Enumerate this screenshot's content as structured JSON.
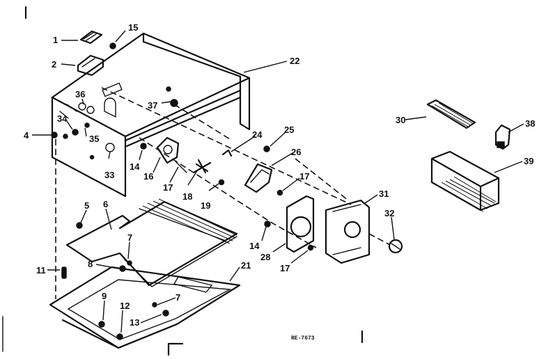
{
  "callouts": [
    {
      "id": "c1",
      "text": "1"
    },
    {
      "id": "c2",
      "text": "2"
    },
    {
      "id": "c4",
      "text": "4"
    },
    {
      "id": "c5",
      "text": "5"
    },
    {
      "id": "c6",
      "text": "6"
    },
    {
      "id": "c7a",
      "text": "7"
    },
    {
      "id": "c7b",
      "text": "7"
    },
    {
      "id": "c8",
      "text": "8"
    },
    {
      "id": "c9",
      "text": "9"
    },
    {
      "id": "c11",
      "text": "11"
    },
    {
      "id": "c12",
      "text": "12"
    },
    {
      "id": "c13",
      "text": "13"
    },
    {
      "id": "c14a",
      "text": "14"
    },
    {
      "id": "c14b",
      "text": "14"
    },
    {
      "id": "c15",
      "text": "15"
    },
    {
      "id": "c16",
      "text": "16"
    },
    {
      "id": "c17a",
      "text": "17"
    },
    {
      "id": "c17b",
      "text": "17"
    },
    {
      "id": "c17c",
      "text": "17"
    },
    {
      "id": "c18",
      "text": "18"
    },
    {
      "id": "c19",
      "text": "19"
    },
    {
      "id": "c21",
      "text": "21"
    },
    {
      "id": "c22",
      "text": "22"
    },
    {
      "id": "c24",
      "text": "24"
    },
    {
      "id": "c25",
      "text": "25"
    },
    {
      "id": "c26",
      "text": "26"
    },
    {
      "id": "c28",
      "text": "28"
    },
    {
      "id": "c30",
      "text": "30"
    },
    {
      "id": "c31",
      "text": "31"
    },
    {
      "id": "c32",
      "text": "32"
    },
    {
      "id": "c33",
      "text": "33"
    },
    {
      "id": "c34",
      "text": "34"
    },
    {
      "id": "c35",
      "text": "35"
    },
    {
      "id": "c36",
      "text": "36"
    },
    {
      "id": "c37",
      "text": "37"
    },
    {
      "id": "c38",
      "text": "38"
    },
    {
      "id": "c39",
      "text": "39"
    }
  ],
  "drawing_code": "RE-7673"
}
